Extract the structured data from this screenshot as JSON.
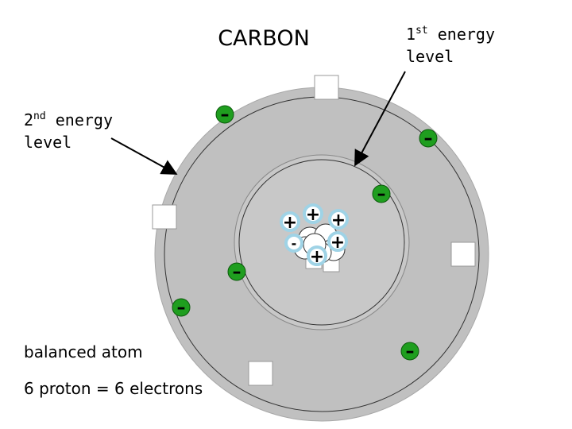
{
  "title": "CARBON",
  "labels": {
    "first_level": {
      "num": "1",
      "sup": "st",
      "line1_rest": " energy",
      "line2": "level"
    },
    "second_level": {
      "num": "2",
      "sup": "nd",
      "line1_rest": " energy",
      "line2": "level"
    }
  },
  "caption": {
    "line1": "balanced atom",
    "line2": "6 proton = 6 electrons"
  },
  "symbols": {
    "electron": "–",
    "proton": "+",
    "neutron": ""
  },
  "colors": {
    "outer_level": "#c0c0c0",
    "inner_level": "#c0c0c0",
    "electron": "#1f9e1f",
    "proton_ring": "#9fd3e6",
    "neutron": "#ffffff"
  }
}
